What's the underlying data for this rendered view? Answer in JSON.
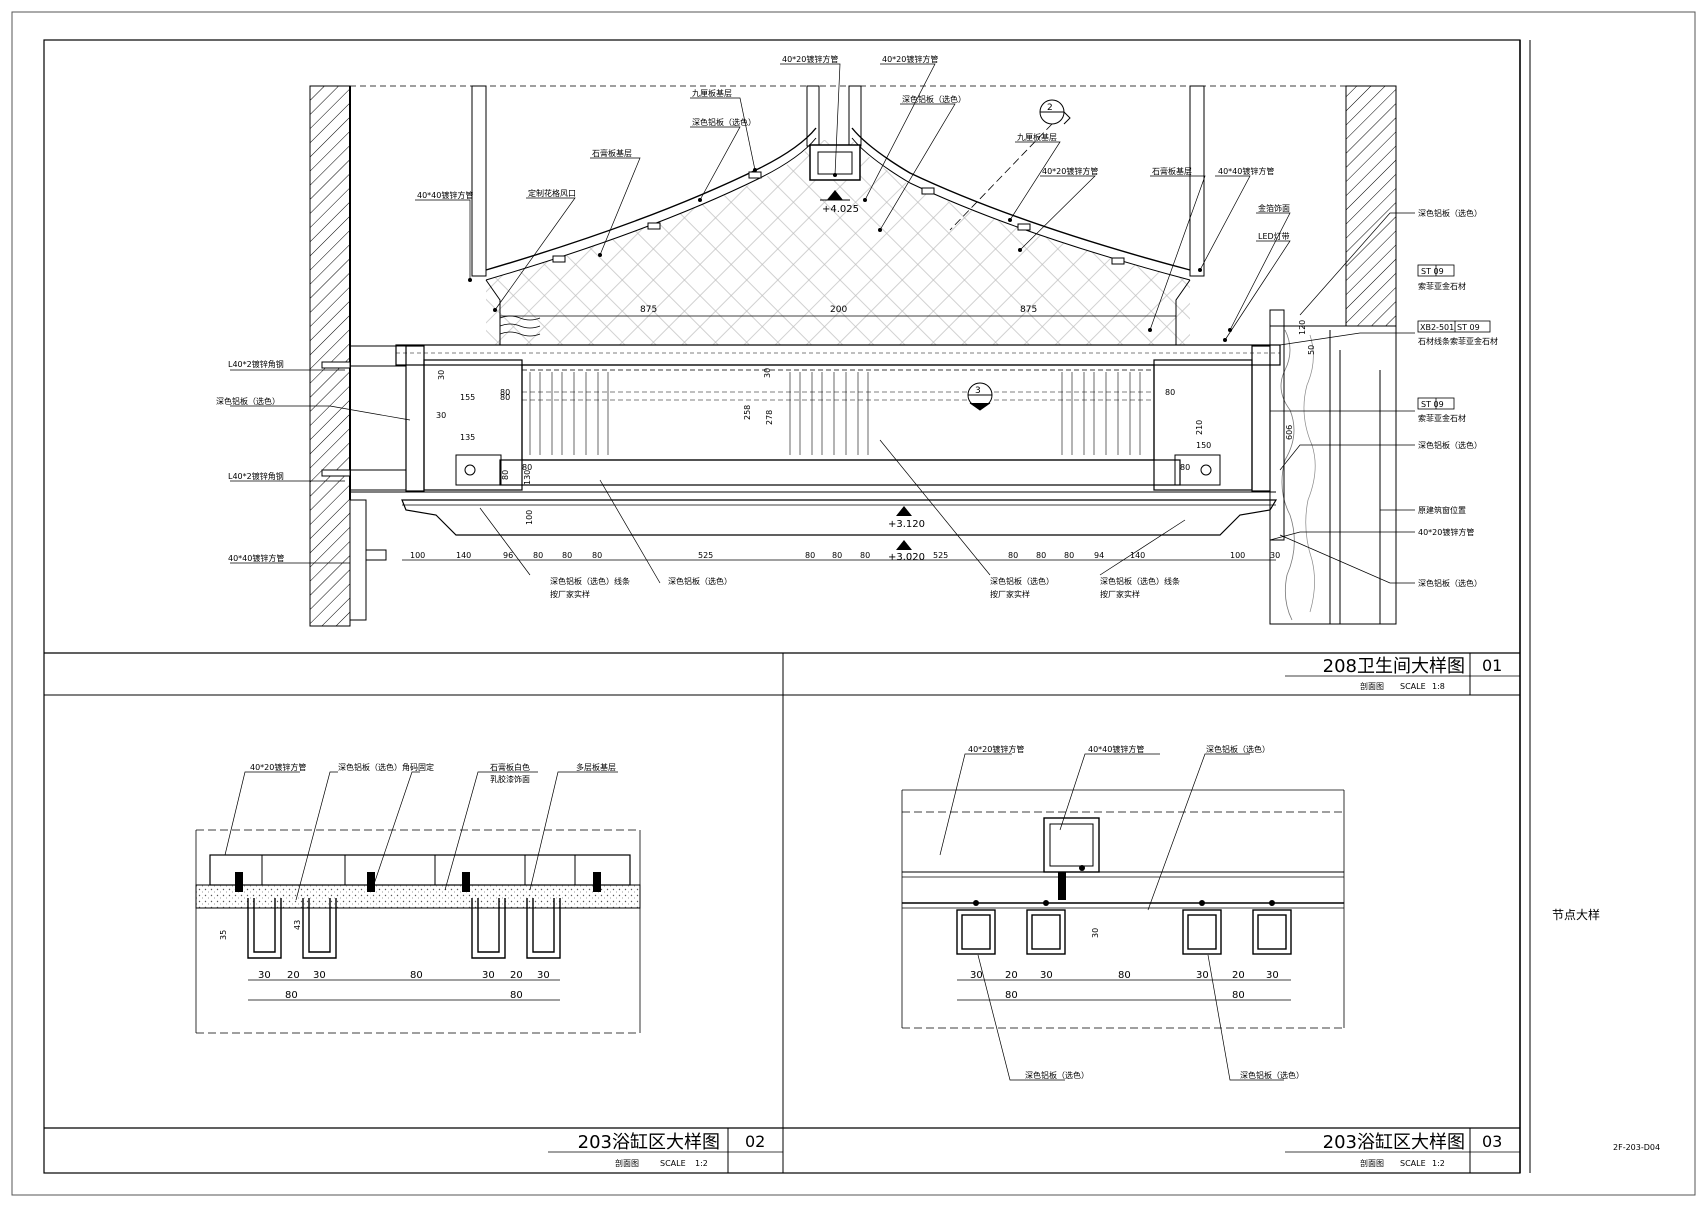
{
  "sheet": {
    "sheet_title": "节点大样",
    "sheet_code": "2F-203-D04",
    "scale_label": "SCALE",
    "section_label": "剖面图"
  },
  "detail01": {
    "title": "208卫生间大样图",
    "number": "01",
    "scale": "1:8",
    "levels": [
      "+4.025",
      "+3.120",
      "+3.020"
    ],
    "markers": [
      "2",
      "3"
    ],
    "labels": {
      "tube_40x20_a": "40*20镀锌方管",
      "tube_40x20_b": "40*20镀锌方管",
      "plywood_a": "九厘板基层",
      "alu_a": "深色铝板（选色）",
      "gypsum_a": "石膏板基层",
      "vent": "定制花格风口",
      "tube_40x40_top": "40*40镀锌方管",
      "alu_top_right": "深色铝板（选色）",
      "plywood_b": "九厘板基层",
      "tube_40x20_c": "40*20镀锌方管",
      "gypsum_b": "石膏板基层",
      "tube_40x40_r": "40*40镀锌方管",
      "gold_foil": "金箔饰面",
      "led": "LED灯带",
      "angle_a": "L40*2镀锌角钢",
      "alu_left": "深色铝板（选色）",
      "angle_b": "L40*2镀锌角钢",
      "tube_40x40_bottom": "40*40镀锌方管",
      "alu_r1": "深色铝板（选色）",
      "st09_a": "ST 09",
      "stone_a": "索菲亚金石材",
      "xb2": "XB2-501",
      "st09_b": "ST 09",
      "stone_line": "石材线条索菲亚金石材",
      "st09_c": "ST 09",
      "stone_c": "索菲亚金石材",
      "alu_r2": "深色铝板（选色）",
      "window": "原建筑窗位置",
      "tube_r": "40*20镀锌方管",
      "alu_r3": "深色铝板（选色）",
      "line_a1": "深色铝板（选色）线条",
      "line_a2": "按厂家实样",
      "alu_b1": "深色铝板（选色）",
      "line_b1": "深色铝板（选色）",
      "line_b2": "按厂家实样",
      "line_c1": "深色铝板（选色）线条",
      "line_c2": "按厂家实样"
    },
    "dims_top": [
      "875",
      "200",
      "875"
    ],
    "dims_bottom": [
      "100",
      "140",
      "96",
      "80",
      "80",
      "80",
      "525",
      "80",
      "80",
      "80",
      "525",
      "80",
      "80",
      "80",
      "94",
      "140",
      "100",
      "30"
    ],
    "dims_vertical": [
      "30",
      "80",
      "155",
      "80",
      "30",
      "135",
      "80",
      "80",
      "130",
      "100",
      "258",
      "278",
      "30",
      "80",
      "210",
      "150",
      "80",
      "120",
      "50",
      "606"
    ]
  },
  "detail02": {
    "title": "203浴缸区大样图",
    "number": "02",
    "scale": "1:2",
    "labels": {
      "tube": "40*20镀锌方管",
      "alu": "深色铝板（选色）角码固定",
      "gypsum1": "石膏板白色",
      "gypsum2": "乳胶漆饰面",
      "multi": "多层板基层"
    },
    "dims": [
      "30",
      "20",
      "30",
      "80",
      "30",
      "20",
      "30",
      "80",
      "80"
    ],
    "dims_v": [
      "35",
      "43"
    ]
  },
  "detail03": {
    "title": "203浴缸区大样图",
    "number": "03",
    "scale": "1:2",
    "labels": {
      "tube_a": "40*20镀锌方管",
      "tube_b": "40*40镀锌方管",
      "alu_top": "深色铝板（选色）",
      "alu_b1": "深色铝板（选色）",
      "alu_b2": "深色铝板（选色）"
    },
    "dims": [
      "30",
      "20",
      "30",
      "80",
      "30",
      "20",
      "30",
      "80",
      "80"
    ],
    "dims_v": [
      "30"
    ]
  }
}
